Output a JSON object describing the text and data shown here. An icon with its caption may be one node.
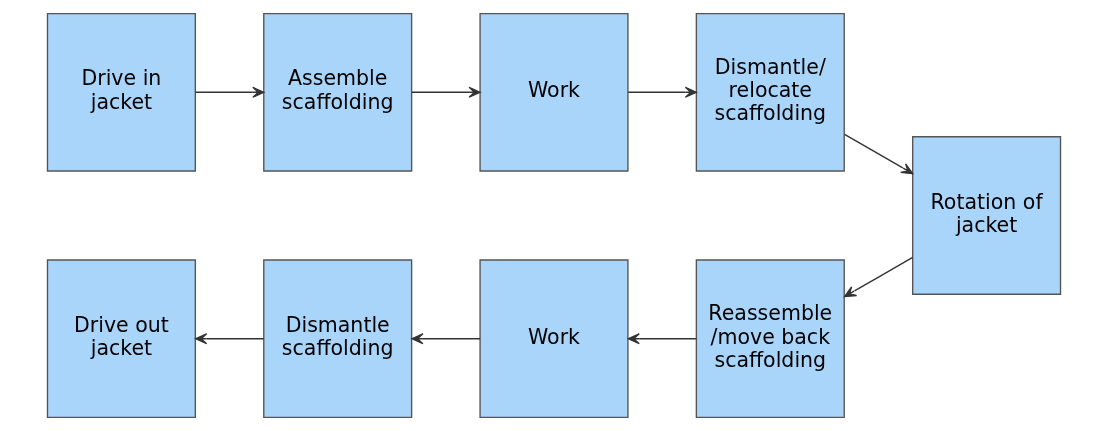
{
  "diagram": {
    "nodes": [
      {
        "text": [
          "Drive in jacket"
        ]
      },
      {
        "text": [
          "Assemble scaffolding"
        ]
      },
      {
        "text": [
          "Work"
        ]
      },
      {
        "text": [
          "Dismantle/ relocate scaffolding"
        ]
      },
      {
        "text": [
          "Rotation of jacket"
        ]
      },
      {
        "text": [
          "Drive out jacket"
        ]
      },
      {
        "text": [
          "Dismantle scaffolding"
        ]
      },
      {
        "text": [
          "Work"
        ]
      },
      {
        "text": [
          "Reassemble /move back scaffolding"
        ]
      }
    ],
    "edges": [
      {
        "from": 0,
        "to": 1,
        "arrow": "to"
      },
      {
        "from": 1,
        "to": 2,
        "arrow": "to"
      },
      {
        "from": 2,
        "to": 3,
        "arrow": "to"
      },
      {
        "from": 3,
        "to": 4,
        "arrow": "to"
      },
      {
        "from": 4,
        "to": 8,
        "arrow": "to"
      },
      {
        "from": 8,
        "to": 7,
        "arrow": "to"
      },
      {
        "from": 7,
        "to": 6,
        "arrow": "to"
      },
      {
        "from": 6,
        "to": 5,
        "arrow": "to"
      }
    ]
  }
}
